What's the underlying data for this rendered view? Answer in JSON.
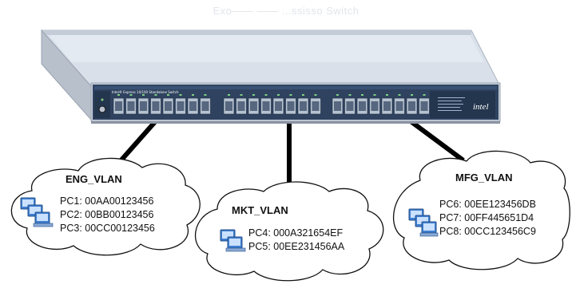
{
  "title": "Exo—— —— ...ssisso Switch",
  "switch": {
    "model_label": "Intel® Express 10/100 Standalone Switch",
    "brand": "intel"
  },
  "vlans": [
    {
      "name": "ENG_VLAN",
      "pcs": [
        "PC1: 00AA00123456",
        "PC2: 00BB00123456",
        "PC3: 00CC00123456"
      ]
    },
    {
      "name": "MKT_VLAN",
      "pcs": [
        "PC4: 000A321654EF",
        "PC5: 00EE231456AA"
      ]
    },
    {
      "name": "MFG_VLAN",
      "pcs": [
        "PC6: 00EE123456DB",
        "PC7: 00FF445651D4",
        "PC8: 00CC123456C9"
      ]
    }
  ],
  "colors": {
    "switch_panel": "#2f4360",
    "switch_top": "#d9e0ea",
    "cable": "#000000",
    "cloud_stroke": "#111111",
    "pc_icon": "#3f7fd0"
  }
}
